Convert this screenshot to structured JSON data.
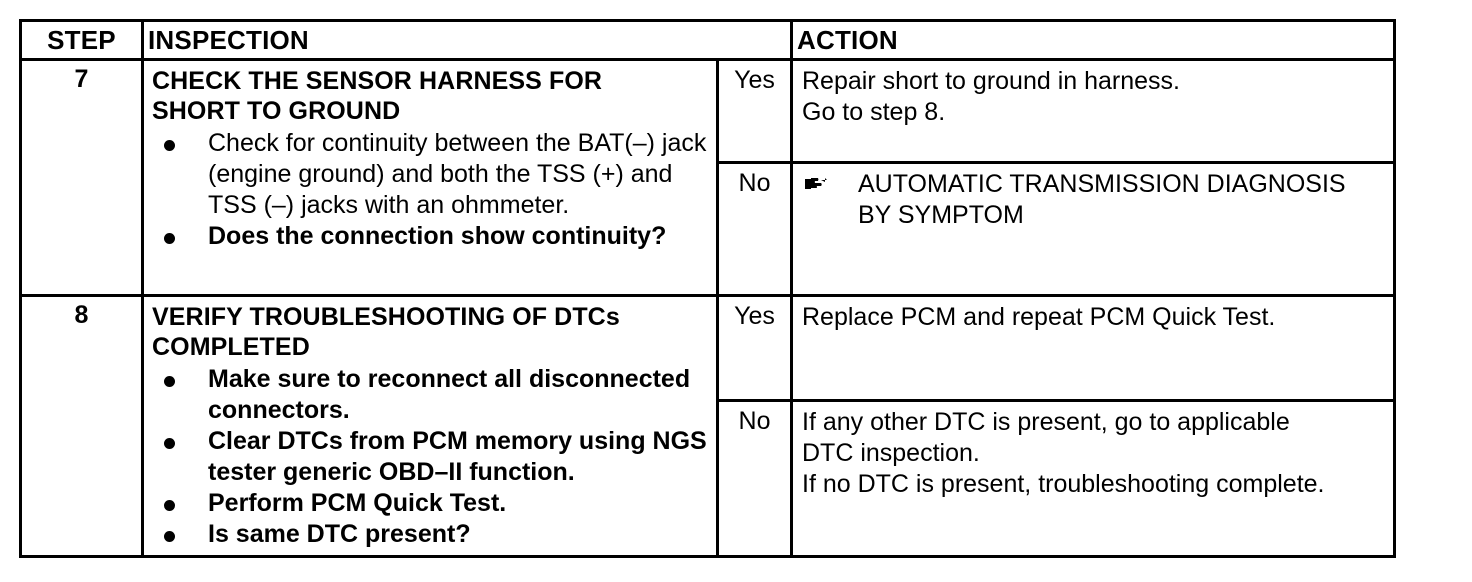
{
  "table": {
    "headers": {
      "step": "STEP",
      "inspection": "INSPECTION",
      "action": "ACTION"
    },
    "rows": [
      {
        "step": "7",
        "inspection": {
          "title": "CHECK THE SENSOR HARNESS FOR\nSHORT TO GROUND",
          "bullets": [
            {
              "text": "Check for continuity between the BAT(–)\njack (engine ground) and both the TSS\n(+) and TSS (–) jacks with an ohmmeter.",
              "bold": false
            },
            {
              "text": "Does the connection show\ncontinuity?",
              "bold": true
            }
          ]
        },
        "branches": [
          {
            "label": "Yes",
            "icon": "",
            "text": "Repair short to ground in harness.\nGo to step 8."
          },
          {
            "label": "No",
            "icon": "pointing-hand-icon",
            "text": "AUTOMATIC TRANSMISSION\nDIAGNOSIS BY SYMPTOM"
          }
        ]
      },
      {
        "step": "8",
        "inspection": {
          "title": "VERIFY TROUBLESHOOTING OF DTCs\nCOMPLETED",
          "bullets": [
            {
              "text": "Make sure to reconnect all disconnected\nconnectors.",
              "bold": true
            },
            {
              "text": "Clear DTCs from PCM memory using\nNGS tester generic OBD–II function.",
              "bold": true
            },
            {
              "text": "Perform PCM Quick Test.",
              "bold": true
            },
            {
              "text": "Is same DTC present?",
              "bold": true
            }
          ]
        },
        "branches": [
          {
            "label": "Yes",
            "icon": "",
            "text": "Replace PCM and repeat PCM Quick Test."
          },
          {
            "label": "No",
            "icon": "",
            "text": "If any other DTC is present, go to applicable\nDTC inspection.\nIf no DTC is present, troubleshooting complete."
          }
        ]
      }
    ]
  },
  "colors": {
    "ink": "#000000",
    "paper": "#ffffff"
  }
}
